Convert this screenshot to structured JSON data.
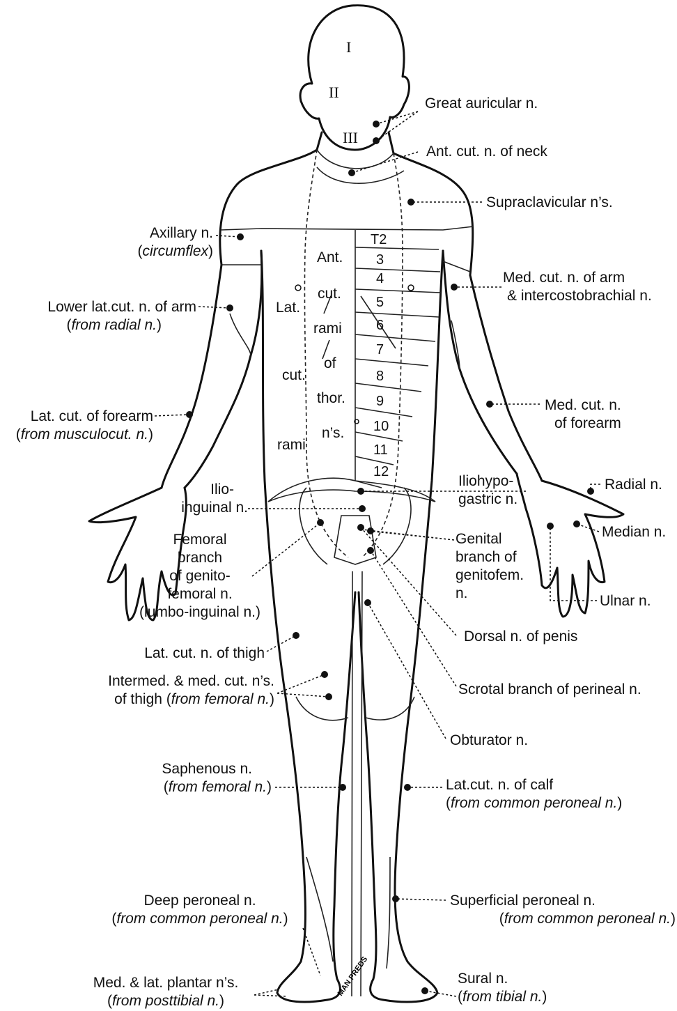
{
  "labels": {
    "great_auricular": "Great auricular n.",
    "ant_cut_neck": "Ant. cut. n. of neck",
    "supraclavicular": "Supraclavicular n’s.",
    "axillary_1": "Axillary n.",
    "axillary_2": "circumflex",
    "med_cut_arm_1": "Med. cut. n. of arm",
    "med_cut_arm_2": "& intercostobrachial n.",
    "lower_lat_arm_1": "Lower lat.cut. n. of arm",
    "lower_lat_arm_2": "from radial n.",
    "med_cut_forearm_1": "Med. cut. n.",
    "med_cut_forearm_2": "of forearm",
    "lat_cut_forearm_1": "Lat. cut. of forearm",
    "lat_cut_forearm_2": "from musculocut. n.",
    "radial": "Radial n.",
    "median": "Median n.",
    "ulnar": "Ulnar n.",
    "ilio_inguinal_1": "Ilio-",
    "ilio_inguinal_2": "inguinal n.",
    "iliohypo_1": "Iliohypo-",
    "iliohypo_2": "gastric n.",
    "femoral_branch_1": "Femoral",
    "femoral_branch_2": "branch",
    "femoral_branch_3": "of genito-",
    "femoral_branch_4": "femoral n.",
    "femoral_branch_5": "(lumbo-inguinal n.)",
    "genital_branch_1": "Genital",
    "genital_branch_2": "branch of",
    "genital_branch_3": "genitofem.",
    "genital_branch_4": "n.",
    "dorsal_penis": "Dorsal n. of penis",
    "scrotal": "Scrotal branch of perineal n.",
    "lat_cut_thigh": "Lat. cut. n. of thigh",
    "intermed_1": "Intermed. & med. cut. n’s.",
    "intermed_2a": "of thigh (",
    "intermed_2b": "from femoral n.",
    "obturator": "Obturator n.",
    "saphenous_1": "Saphenous n.",
    "saphenous_2": "from femoral n.",
    "lat_cut_calf_1": "Lat.cut. n. of calf",
    "lat_cut_calf_2": "from common peroneal n.",
    "deep_peroneal_1": "Deep peroneal n.",
    "deep_peroneal_2": "from common peroneal n.",
    "superficial_peroneal_1": "Superficial peroneal n.",
    "superficial_peroneal_2": "from common peroneal n.",
    "plantar_1": "Med. & lat. plantar n’s.",
    "plantar_2": "from posttibial n.",
    "sural_1": "Sural n.",
    "sural_2": "from tibial n."
  },
  "trunk_words": {
    "ant": "Ant.",
    "cut": "cut.",
    "rami": "rami",
    "of": "of",
    "thor": "thor.",
    "ns": "n’s.",
    "lat": "Lat.",
    "lat_cut": "cut.",
    "lat_rami": "rami"
  },
  "face_divisions": [
    "I",
    "II",
    "III"
  ],
  "dermatomes": [
    "T2",
    "3",
    "4",
    "5",
    "6",
    "7",
    "8",
    "9",
    "10",
    "11",
    "12"
  ],
  "signature": "MAN PREDS"
}
